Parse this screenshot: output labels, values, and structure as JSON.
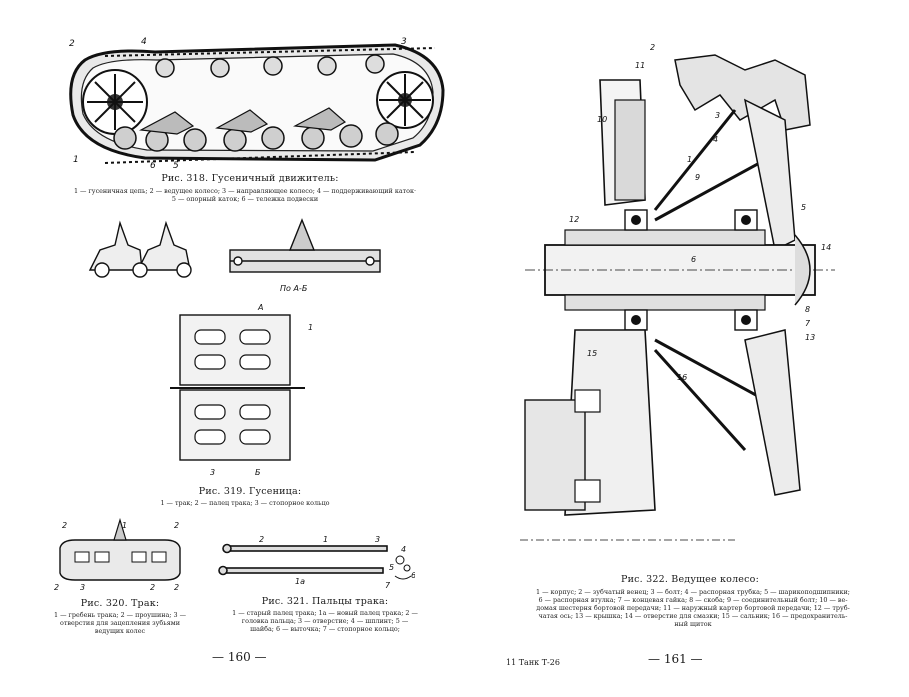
{
  "left_page": {
    "fig318": {
      "title": "Рис. 318. Гусеничный движитель:",
      "legend_line1": "1 — гусеничная цепь; 2 — ведущее колесо; 3 — направляющее колесо; 4 — поддерживающий каток·",
      "legend_line2": "5 — опорный каток; 6 — тележка подвески",
      "callouts": [
        "2",
        "4",
        "3",
        "1",
        "6",
        "5"
      ]
    },
    "section_label": "По А-Б",
    "fig319": {
      "title": "Рис. 319. Гусеница:",
      "legend": "1 — трак; 2 — палец трака; 3 — стопорное кольцо",
      "callouts": [
        "А",
        "1",
        "3",
        "Б"
      ]
    },
    "fig320": {
      "title": "Рис. 320. Трак:",
      "legend_line1": "1 — гребень трака; 2 — проушина; 3 —",
      "legend_line2": "отверстия для зацепления зубьями",
      "legend_line3": "ведущих колес",
      "callouts": [
        "2",
        "1",
        "2",
        "2",
        "3",
        "2",
        "2"
      ]
    },
    "fig321": {
      "title": "Рис. 321. Пальцы трака:",
      "legend_line1": "1 — старый палец трака; 1а — новый палец трака; 2 —",
      "legend_line2": "головка пальца; 3 — отверстие; 4 — шплинт; 5 —",
      "legend_line3": "шайба; 6 — выточка; 7 — стопорное кольцо;",
      "callouts": [
        "2",
        "1",
        "3",
        "4",
        "5",
        "6",
        "1а",
        "7"
      ]
    },
    "page_number": "— 160 —"
  },
  "right_page": {
    "fig322": {
      "title": "Рис. 322. Ведущее колесо:",
      "legend_line1": "1 — корпус; 2 — зубчатый венец; 3 — болт; 4 — распорная трубка; 5 — шарикоподшипники;",
      "legend_line2": "6 — распорная втулка; 7 — концевая гайка; 8 — скоба; 9 — соединительный болт; 10 — ве-",
      "legend_line3": "домая шестерня бортовой передачи; 11 — наружный картер бортовой передачи; 12 — труб-",
      "legend_line4": "чатая ось; 13 — крышка; 14 — отверстие для смазки; 15 — сальник; 16 — предохранитель-",
      "legend_line5": "ный щиток",
      "callouts": [
        "2",
        "11",
        "10",
        "3",
        "1",
        "4",
        "9",
        "5",
        "12",
        "6",
        "14",
        "8",
        "7",
        "13",
        "15",
        "16"
      ]
    },
    "footer_left": "11  Танк Т-26",
    "page_number": "— 161 —"
  }
}
